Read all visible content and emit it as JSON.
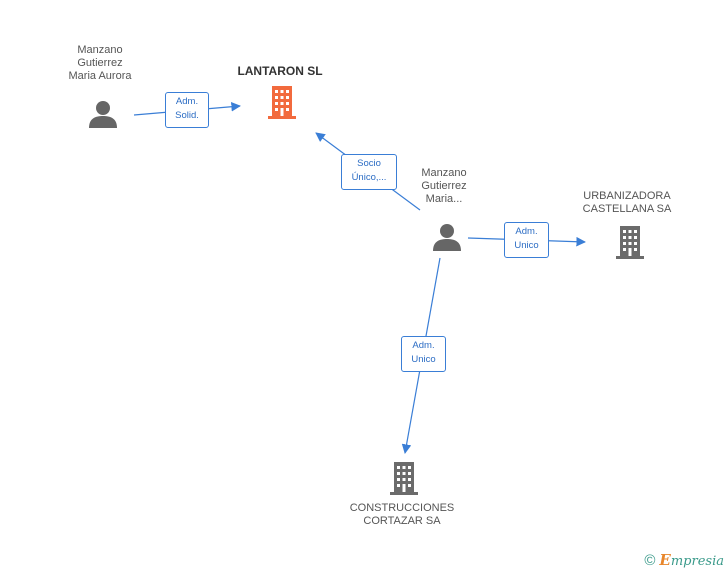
{
  "nodes": {
    "person_aurora": {
      "label": "Manzano\nGutierrez\nMaria Aurora",
      "kind": "person"
    },
    "company_lantaron": {
      "label": "LANTARON SL",
      "kind": "company",
      "highlight": true
    },
    "person_maria": {
      "label": "Manzano\nGutierrez\nMaria...",
      "kind": "person"
    },
    "company_urbanizadora": {
      "label": "URBANIZADORA\nCASTELLANA SA",
      "kind": "company"
    },
    "company_construcciones": {
      "label": "CONSTRUCCIONES\nCORTAZAR SA",
      "kind": "company"
    }
  },
  "edges": {
    "aurora_to_lantaron": {
      "label": "Adm.\nSolid."
    },
    "maria_to_lantaron": {
      "label": "Socio\nÚnico,..."
    },
    "maria_to_urbanizadora": {
      "label": "Adm.\nUnico"
    },
    "maria_to_construcciones": {
      "label": "Adm.\nUnico"
    }
  },
  "colors": {
    "person": "#666666",
    "company": "#6b6b6b",
    "company_highlight": "#f26a3d",
    "edge": "#3a7ed6"
  },
  "branding": {
    "copyright_symbol": "©",
    "name_initial": "E",
    "name_rest": "mpresia"
  }
}
